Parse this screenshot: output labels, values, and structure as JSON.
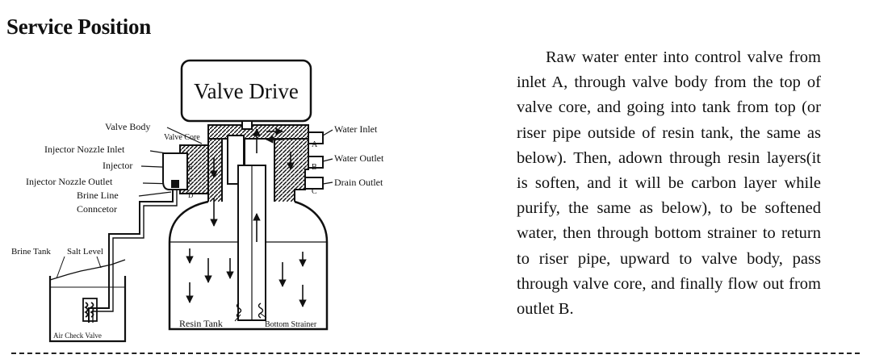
{
  "title": "Service Position",
  "diagram": {
    "valve_drive": "Valve Drive",
    "labels": {
      "valve_body": "Valve Body",
      "valve_core": "Valve Core",
      "injector_nozzle_inlet": "Injector Nozzle Inlet",
      "injector": "Injector",
      "injector_nozzle_outlet": "Injector Nozzle  Outlet",
      "brine_line": "Brine Line",
      "connector": "Conncetor",
      "water_inlet": "Water Inlet",
      "water_outlet": "Water Outlet",
      "drain_outlet": "Drain Outlet",
      "brine_tank": "Brine Tank",
      "salt_level": "Salt Level",
      "air_check_valve": "Air Check Valve",
      "resin_tank": "Resin Tank",
      "bottom_strainer": "Bottom Strainer"
    },
    "port_letters": {
      "a": "A",
      "b": "B",
      "c": "C",
      "d": "D",
      "e": "E",
      "f": "F"
    }
  },
  "description": "Raw water enter into control valve from inlet A, through valve body from the top of valve core, and going into tank from top (or riser pipe outside of resin tank, the same as below). Then, adown through resin layers(it is soften, and it will be carbon layer while purify, the same as below), to be softened water, then through bottom strainer to return to riser pipe, upward to valve body, pass through valve core, and finally flow out from outlet B."
}
